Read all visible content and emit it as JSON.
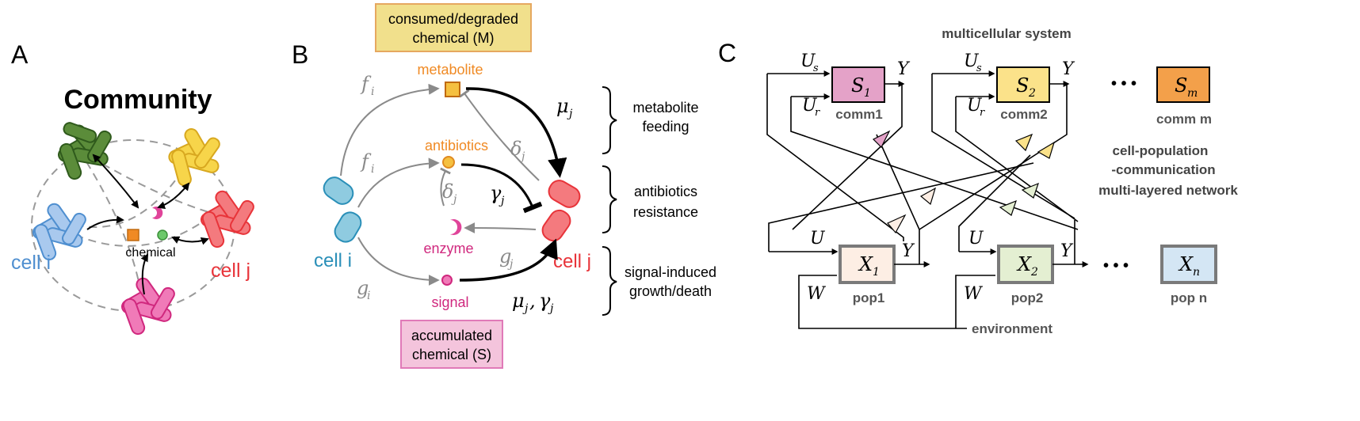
{
  "colors": {
    "blue": "#4f8fd0",
    "teal": "#3aa0c0",
    "red": "#e8343a",
    "green": "#4a7a2e",
    "yellow": "#f2c83a",
    "magenta": "#e0449a",
    "orange": "#f08a24",
    "gray": "#8a8a8a",
    "pink_box": "#f4c4dc",
    "yellow_box": "#f1e08c",
    "s1": "#e4a2c8",
    "s2": "#fbe28a",
    "sm": "#f3a04a",
    "x1": "#fdeee4",
    "x2": "#e4efd2",
    "xn": "#d4e6f4"
  },
  "panelA": {
    "letter": "A",
    "title": "Community",
    "chemical": "chemical",
    "cell_i": "cell i",
    "cell_j": "cell j"
  },
  "panelB": {
    "letter": "B",
    "top_box": [
      "consumed/degraded",
      "chemical (M)"
    ],
    "bottom_box": [
      "accumulated",
      "chemical (S)"
    ],
    "metabolite": "metabolite",
    "antibiotics": "antibiotics",
    "enzyme": "enzyme",
    "signal": "signal",
    "cell_i": "cell i",
    "cell_j": "cell j",
    "f_i_top": "f",
    "f_i_mid": "f",
    "g_i": "g",
    "g_j": "g",
    "delta_top": "δ",
    "delta_mid": "δ",
    "mu_j": "μ",
    "gamma_j": "γ",
    "mu_gamma": "μ",
    "sub_i": "i",
    "sub_j": "j",
    "brace_1": [
      "metabolite",
      "feeding"
    ],
    "brace_2": [
      "antibiotics",
      "resistance"
    ],
    "brace_3": [
      "signal-induced",
      "growth/death"
    ]
  },
  "panelC": {
    "letter": "C",
    "header": "multicellular system",
    "s1": "S",
    "s1_sub": "1",
    "s1_label": "comm1",
    "s2": "S",
    "s2_sub": "2",
    "s2_label": "comm2",
    "sm": "S",
    "sm_sub": "m",
    "sm_label": "comm m",
    "x1": "X",
    "x1_sub": "1",
    "x1_label": "pop1",
    "x2": "X",
    "x2_sub": "2",
    "x2_label": "pop2",
    "xn": "X",
    "xn_sub": "n",
    "xn_label": "pop n",
    "us": "U",
    "us_sub": "s",
    "ur": "U",
    "ur_sub": "r",
    "y": "Y",
    "u": "U",
    "w": "W",
    "dots": "• • •",
    "network": [
      "cell-population",
      "-communication",
      "multi-layered network"
    ],
    "environment": "environment"
  }
}
